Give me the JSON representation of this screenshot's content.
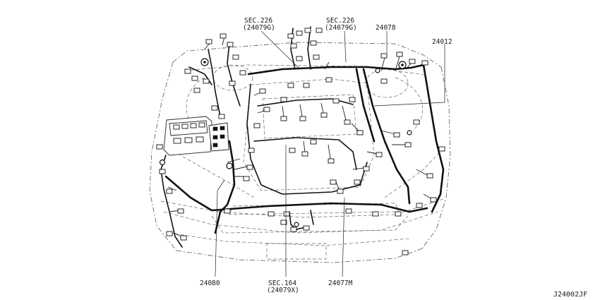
{
  "diagram": {
    "callouts": {
      "sec226_left": {
        "line1": "SEC.226",
        "line2": "(24079G)"
      },
      "sec226_right": {
        "line1": "SEC.226",
        "line2": "(24079G)"
      },
      "p24078": "24078",
      "p24012": "24012",
      "p24080": "24080",
      "sec164": {
        "line1": "SEC.164",
        "line2": "(24079X)"
      },
      "p24077m": "24077M"
    },
    "drawing_code": "J24002JF"
  }
}
